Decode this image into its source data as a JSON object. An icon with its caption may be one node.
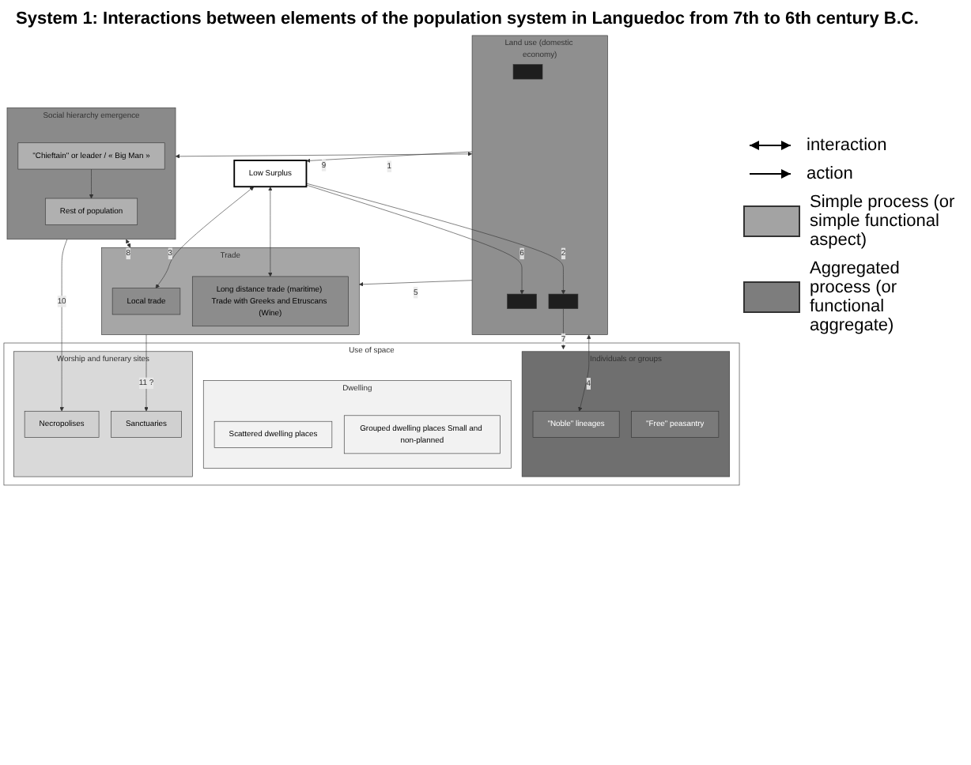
{
  "diagram": {
    "title": "System 1: Interactions between elements of the population system in Languedoc from 7th to 6th century B.C.",
    "nodes": [
      {
        "text": [
          "Land use (domestic economy)"
        ]
      },
      {
        "text": [],
        "shape": "box",
        "in": 0
      },
      {
        "text": [],
        "shape": "box",
        "in": 0
      },
      {
        "text": [],
        "shape": "box",
        "in": 0
      },
      {
        "text": [
          "Low Surplus"
        ]
      },
      {
        "text": [
          "Trade"
        ]
      },
      {
        "text": [
          "Local trade"
        ],
        "in": 5
      },
      {
        "text": [
          "Long distance trade (maritime) Trade with Greeks and Etruscans (Wine)"
        ],
        "in": 5
      },
      {
        "text": [
          "Use of space"
        ]
      },
      {
        "text": [
          "Individuals or groups"
        ],
        "in": 8
      },
      {
        "text": [
          "\"Noble\" lineages"
        ],
        "in": 9
      },
      {
        "text": [
          "\"Free\" peasantry"
        ],
        "in": 9
      },
      {
        "text": [
          "Dwelling"
        ],
        "in": 8
      },
      {
        "text": [
          "Scattered dwelling places"
        ],
        "in": 12
      },
      {
        "text": [
          "Grouped dwelling places Small and non-planned"
        ],
        "in": 12
      },
      {
        "text": [
          "Worship and funerary sites"
        ],
        "in": 8
      },
      {
        "text": [
          "Necropolises"
        ],
        "in": 15
      },
      {
        "text": [
          "Sanctuaries"
        ],
        "in": 15
      },
      {
        "text": [
          "Social hierarchy emergence"
        ]
      },
      {
        "text": [
          "\"Chieftain\" or leader / « Big Man »"
        ],
        "in": 18
      },
      {
        "text": [
          "Rest of population"
        ],
        "in": 18
      }
    ],
    "edges": [
      {
        "from": 0,
        "to": 4,
        "arrow": "to",
        "label": "1"
      },
      {
        "from": 4,
        "to": 2,
        "arrow": "to",
        "label": "6"
      },
      {
        "from": 4,
        "to": 3,
        "arrow": "to",
        "label": "2"
      },
      {
        "from": 0,
        "to": 5,
        "arrow": "to",
        "label": "5"
      },
      {
        "from": 4,
        "to": 6,
        "arrow": "both",
        "label": "3"
      },
      {
        "from": 4,
        "to": 7,
        "arrow": "both"
      },
      {
        "from": 0,
        "to": 10,
        "arrow": "both",
        "label": "4"
      },
      {
        "from": 3,
        "to": 9,
        "arrow": "to",
        "label": "7"
      },
      {
        "from": 0,
        "to": 18,
        "arrow": "both",
        "label": "9"
      },
      {
        "from": 18,
        "to": 5,
        "arrow": "both",
        "label": "8"
      },
      {
        "from": 18,
        "to": 16,
        "arrow": "to",
        "label": "10"
      },
      {
        "from": 5,
        "to": 17,
        "arrow": "to",
        "label": "11 ?"
      },
      {
        "from": 19,
        "to": 20,
        "arrow": "to"
      }
    ],
    "legend": [
      {
        "text": "interaction"
      },
      {
        "text": "action"
      },
      {
        "text": "Simple process (or simple functional aspect)",
        "color": "#a3a3a3"
      },
      {
        "text": "Aggregated process (or functional aggregate)",
        "color": "#7d7d7d"
      }
    ]
  }
}
